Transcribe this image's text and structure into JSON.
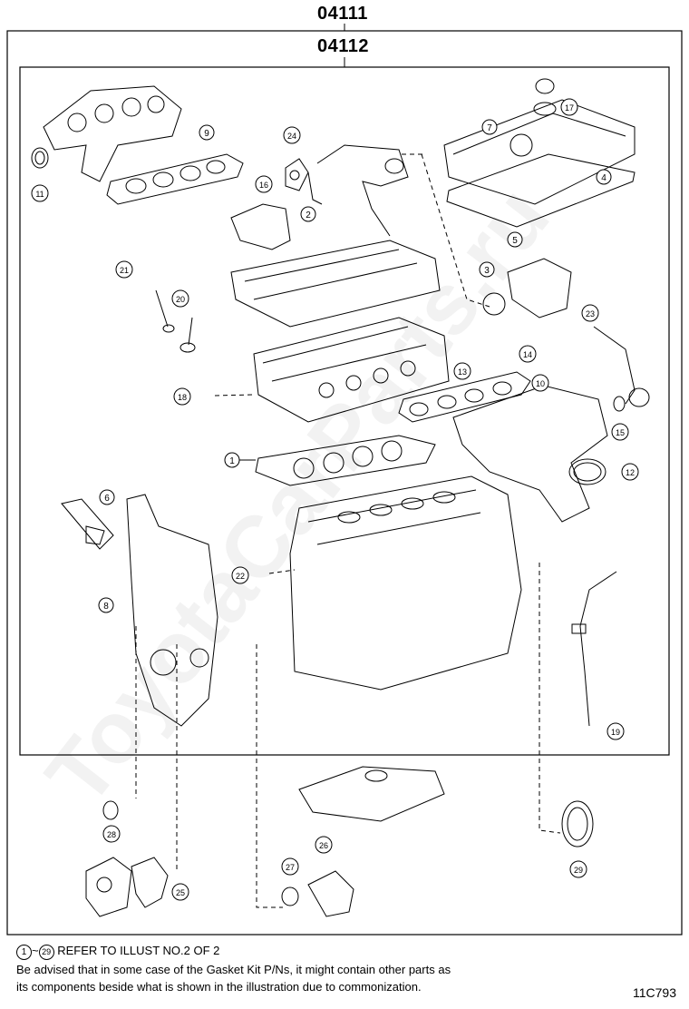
{
  "header": {
    "outer_kit": "04111",
    "inner_kit": "04112"
  },
  "watermark": "ToyotaCarParts.ru",
  "callouts": [
    "1",
    "2",
    "3",
    "4",
    "5",
    "6",
    "7",
    "8",
    "9",
    "10",
    "11",
    "12",
    "13",
    "14",
    "15",
    "16",
    "17",
    "18",
    "19",
    "20",
    "21",
    "22",
    "23",
    "24",
    "25",
    "26",
    "27",
    "28",
    "29"
  ],
  "footer": {
    "refer_range_start": "1",
    "refer_range_sep": "~",
    "refer_range_end": "29",
    "refer_text": "REFER TO ILLUST NO.2 OF 2",
    "advisory_line1": "Be advised that in some case of the Gasket Kit P/Ns,  it might contain other parts as",
    "advisory_line2": "its components beside what is shown in the illustration due to commonization.",
    "illustration_code": "11C793"
  }
}
